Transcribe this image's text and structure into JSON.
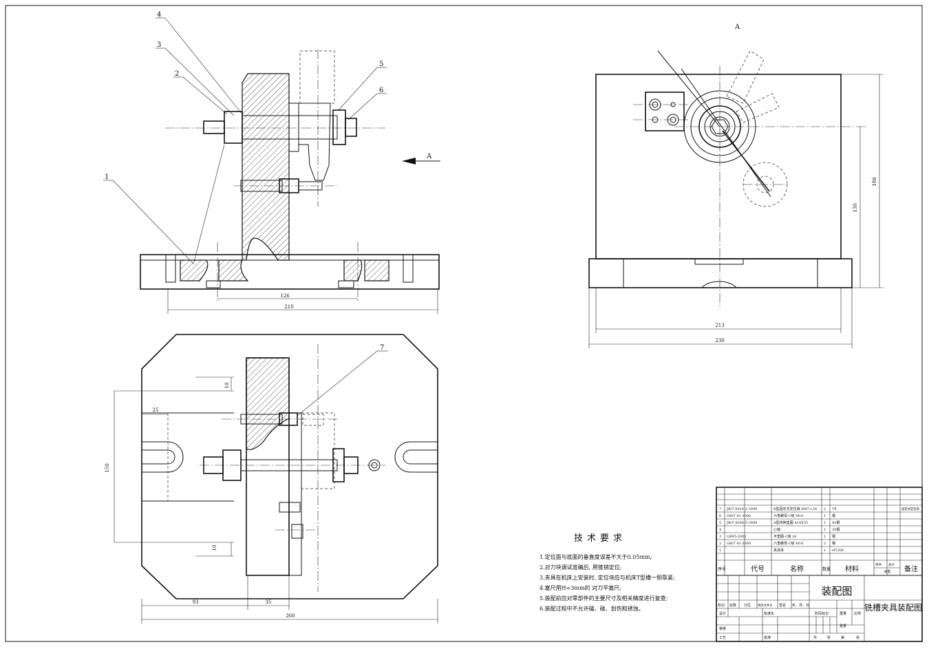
{
  "view_label": "A",
  "arrow_label": "A",
  "balloons": [
    "1",
    "2",
    "3",
    "4",
    "5",
    "6",
    "7"
  ],
  "dims": {
    "front_126": "126",
    "front_210": "210",
    "top_10a": "10",
    "top_10b": "10",
    "top_25": "25",
    "top_150": "150",
    "top_93": "93",
    "top_35": "35",
    "top_260": "260",
    "side_186": "186",
    "side_130": "130",
    "side_213": "213",
    "side_230": "230"
  },
  "tech_req": {
    "title": "技术要求",
    "items": [
      "1.定位面与底面的垂直度误差不大于0.05mm;",
      "2.对刀块调试准确后, 用锥销定位;",
      "3.夹具在机床上安装时, 定位块应与机床T型槽一侧靠紧;",
      "4.塞尺用H=3mm的 对刀平塞尺;",
      "5.装配前应对零部件的主要尺寸及相关精度进行复查;",
      "6.装配过程中不允许磕、碰、划伤和锈蚀。"
    ]
  },
  "parts": [
    {
      "no": "7",
      "code": "JB/T 8014.2-1999",
      "name": "B型固定式定位销 D8f7×28",
      "qty": "2",
      "mat": "T8",
      "note": "固定式定位销"
    },
    {
      "no": "6",
      "code": "GB/T 41-2000",
      "name": "六角螺母-C级 M10",
      "qty": "1",
      "mat": "钢",
      "note": ""
    },
    {
      "no": "5",
      "code": "JB/T 8008.5-1999",
      "name": "A型快换垫圈 A10X35",
      "qty": "1",
      "mat": "45钢",
      "note": ""
    },
    {
      "no": "4",
      "code": "",
      "name": "心轴",
      "qty": "1",
      "mat": "20钢",
      "note": ""
    },
    {
      "no": "3",
      "code": "GB95-2002",
      "name": "平垫圈-C级 16",
      "qty": "1",
      "mat": "钢",
      "note": ""
    },
    {
      "no": "2",
      "code": "GB/T 41-2000",
      "name": "六角螺母-C级 M16",
      "qty": "2",
      "mat": "钢",
      "note": ""
    },
    {
      "no": "1",
      "code": "",
      "name": "夹具体",
      "qty": "1",
      "mat": "HT200",
      "note": ""
    }
  ],
  "parts_header": {
    "no": "序号",
    "code": "代号",
    "name": "名称",
    "qty": "数量",
    "mat": "材料",
    "single": "单件",
    "total": "总计",
    "weight": "质量",
    "note": "备注"
  },
  "title_block": {
    "drawing_name": "装配图",
    "title": "铣槽夹具装配图",
    "mark": "标记",
    "count": "处数",
    "zone": "分区",
    "change_doc": "更改文件号",
    "sign": "签名",
    "date": "年、月、日",
    "design": "设计",
    "standard": "标准化",
    "stage": "阶段标记",
    "weight": "重量",
    "scale": "比例",
    "review": "审核",
    "process": "工艺",
    "approve": "批准",
    "total_sheets": "共",
    "sheet_unit": "张",
    "sheet_no": "第"
  }
}
